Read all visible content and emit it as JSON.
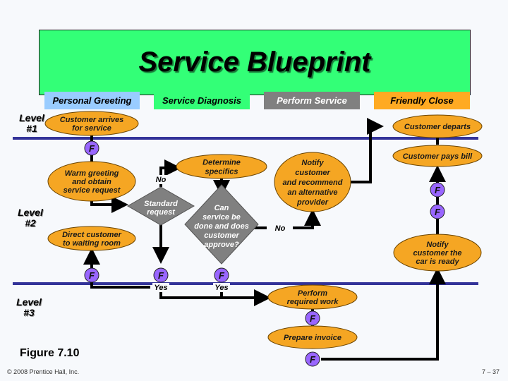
{
  "title": "Service Blueprint",
  "phases": [
    {
      "label": "Personal Greeting",
      "color": "#99ccff",
      "text_color": "#000000"
    },
    {
      "label": "Service Diagnosis",
      "color": "#33ff77",
      "text_color": "#000000"
    },
    {
      "label": "Perform Service",
      "color": "#808080",
      "text_color": "#ffffff"
    },
    {
      "label": "Friendly Close",
      "color": "#ffaa22",
      "text_color": "#000000"
    }
  ],
  "levels": [
    {
      "label": "Level",
      "num": "#1"
    },
    {
      "label": "Level",
      "num": "#2"
    },
    {
      "label": "Level",
      "num": "#3"
    }
  ],
  "nodes": {
    "customer_arrives": [
      "Customer arrives",
      "for service"
    ],
    "customer_departs": [
      "Customer departs"
    ],
    "warm_greeting": [
      "Warm greeting",
      "and obtain",
      "service request"
    ],
    "determine_specifics": [
      "Determine",
      "specifics"
    ],
    "standard_request": [
      "Standard",
      "request"
    ],
    "can_service": [
      "Can",
      "service be",
      "done and does",
      "customer",
      "approve?"
    ],
    "notify_alternative": [
      "Notify",
      "customer",
      "and recommend",
      "an alternative",
      "provider"
    ],
    "customer_pays": [
      "Customer pays bill"
    ],
    "direct_customer": [
      "Direct customer",
      "to waiting room"
    ],
    "notify_ready": [
      "Notify",
      "customer the",
      "car is ready"
    ],
    "perform_work": [
      "Perform",
      "required work"
    ],
    "prepare_invoice": [
      "Prepare invoice"
    ]
  },
  "labels": {
    "no": "No",
    "yes": "Yes",
    "fail_point": "F"
  },
  "colors": {
    "ellipse": "#f5a623",
    "diamond": "#808080",
    "fail_point": "#9966ff",
    "line": "#333399"
  },
  "footer": {
    "figure": "Figure 7.10",
    "copyright": "© 2008 Prentice Hall, Inc.",
    "page": "7 – 37"
  }
}
